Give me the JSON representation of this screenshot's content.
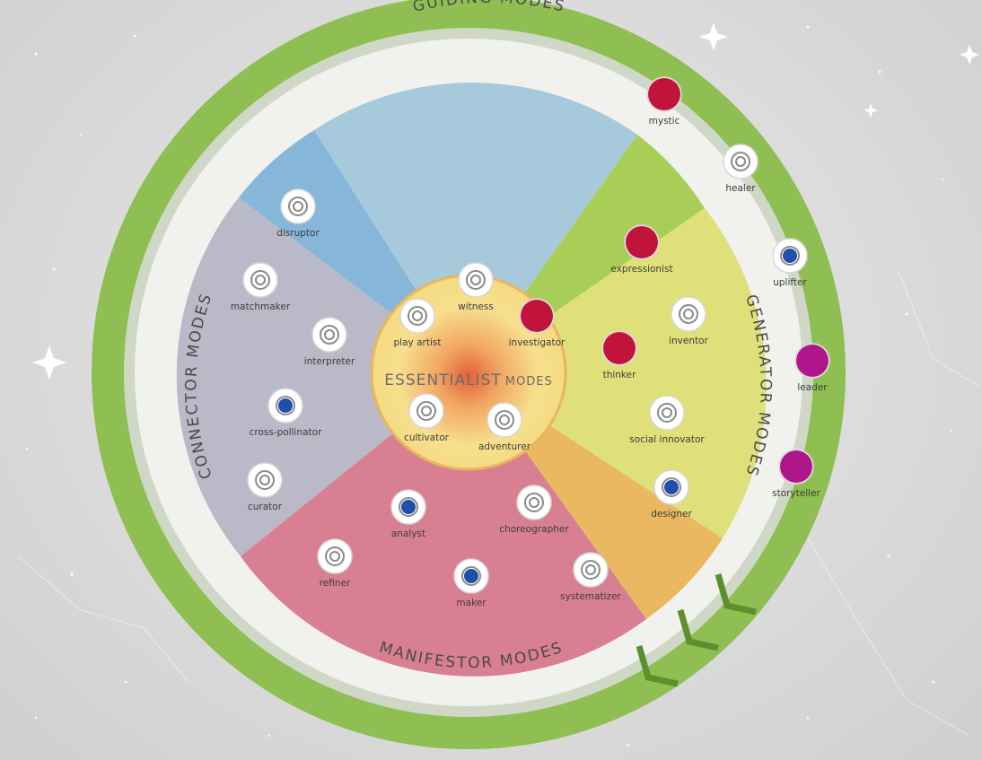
{
  "titles": {
    "guiding": "GUIDING MODES",
    "connector": "CONNECTOR MODES",
    "generator": "GENERATOR MODES",
    "manifestor": "MANIFESTOR MODES",
    "essentialist_main": "ESSENTIALIST",
    "essentialist_sub": "MODES"
  },
  "colors": {
    "guiding_ring": "#8fbf52",
    "connector": "#b8b8c6",
    "guiding_blue": "#7fb3d6",
    "generator_green": "#a8cc55",
    "generator_yellow": "#dfe077",
    "manifestor_pink": "#d77d8f",
    "manifestor_orange": "#e9b55e",
    "essentialist": "#f6e08c",
    "marker_red": "#c0143a",
    "marker_magenta": "#b0168c",
    "marker_blue": "#1f4fa8"
  },
  "modes": [
    {
      "label": "mystic",
      "marker": "red"
    },
    {
      "label": "healer",
      "marker": "none"
    },
    {
      "label": "uplifter",
      "marker": "blue"
    },
    {
      "label": "leader",
      "marker": "magenta"
    },
    {
      "label": "storyteller",
      "marker": "magenta"
    },
    {
      "label": "disruptor",
      "marker": "none"
    },
    {
      "label": "matchmaker",
      "marker": "none"
    },
    {
      "label": "interpreter",
      "marker": "none"
    },
    {
      "label": "cross-pollinator",
      "marker": "blue"
    },
    {
      "label": "curator",
      "marker": "none"
    },
    {
      "label": "expressionist",
      "marker": "red"
    },
    {
      "label": "inventor",
      "marker": "none"
    },
    {
      "label": "thinker",
      "marker": "red"
    },
    {
      "label": "social innovator",
      "marker": "none"
    },
    {
      "label": "designer",
      "marker": "blue"
    },
    {
      "label": "analyst",
      "marker": "blue"
    },
    {
      "label": "choreographer",
      "marker": "none"
    },
    {
      "label": "refiner",
      "marker": "none"
    },
    {
      "label": "maker",
      "marker": "blue"
    },
    {
      "label": "systematizer",
      "marker": "none"
    },
    {
      "label": "witness",
      "marker": "none"
    },
    {
      "label": "play artist",
      "marker": "none"
    },
    {
      "label": "investigator",
      "marker": "red"
    },
    {
      "label": "cultivator",
      "marker": "none"
    },
    {
      "label": "adventurer",
      "marker": "none"
    }
  ]
}
